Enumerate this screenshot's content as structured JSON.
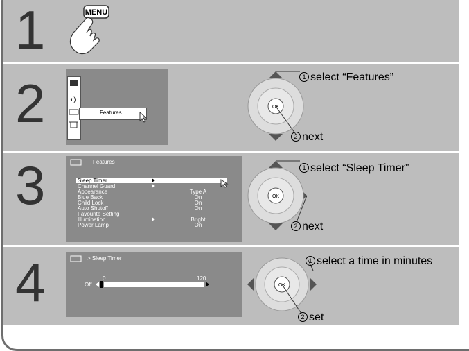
{
  "steps": [
    "1",
    "2",
    "3",
    "4"
  ],
  "menu_button_label": "MENU",
  "step2": {
    "menu_item_label": "Features",
    "callout_select": "select “Features”",
    "callout_next": "next",
    "ok_label": "OK"
  },
  "step3": {
    "title": "Features",
    "items": [
      {
        "label": "Sleep Timer",
        "value": ""
      },
      {
        "label": "Channel Guard",
        "value": ""
      },
      {
        "label": "Appearance",
        "value": "Type A"
      },
      {
        "label": "Blue Back",
        "value": "On"
      },
      {
        "label": "Child Lock",
        "value": "On"
      },
      {
        "label": "Auto Shutoff",
        "value": "On"
      },
      {
        "label": "Favourite Setting",
        "value": ""
      },
      {
        "label": "Illumination",
        "value": "Bright"
      },
      {
        "label": "Power Lamp",
        "value": "On"
      }
    ],
    "callout_select": "select “Sleep Timer”",
    "callout_next": "next",
    "ok_label": "OK"
  },
  "step4": {
    "title": "> Sleep Timer",
    "off_label": "Off",
    "min_label": "0",
    "max_label": "120",
    "callout_select": "select a time in minutes",
    "callout_set": "set",
    "ok_label": "OK"
  },
  "circled_1": "1",
  "circled_2": "2",
  "colors": {
    "panel": "#bdbdbd",
    "osd": "#8a8a8a",
    "frame": "#6e6e6e"
  }
}
